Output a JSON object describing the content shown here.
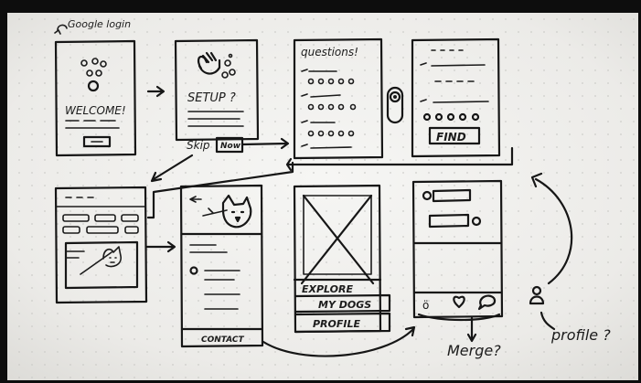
{
  "sketch": {
    "google_login": "Google login",
    "screen1": {
      "welcome": "WELCOME!"
    },
    "screen2": {
      "setup": "SETUP ?",
      "skip": "Skip",
      "now": "Now"
    },
    "screen3": {
      "title": "questions!"
    },
    "screen4": {
      "find": "FIND"
    },
    "screen7": {
      "explore": "EXPLORE",
      "my_dogs": "MY DOGS",
      "profile": "PROFILE"
    },
    "screen6": {
      "contact": "CONTACT"
    },
    "merge": "Merge?",
    "profile_note": "profile ?"
  }
}
